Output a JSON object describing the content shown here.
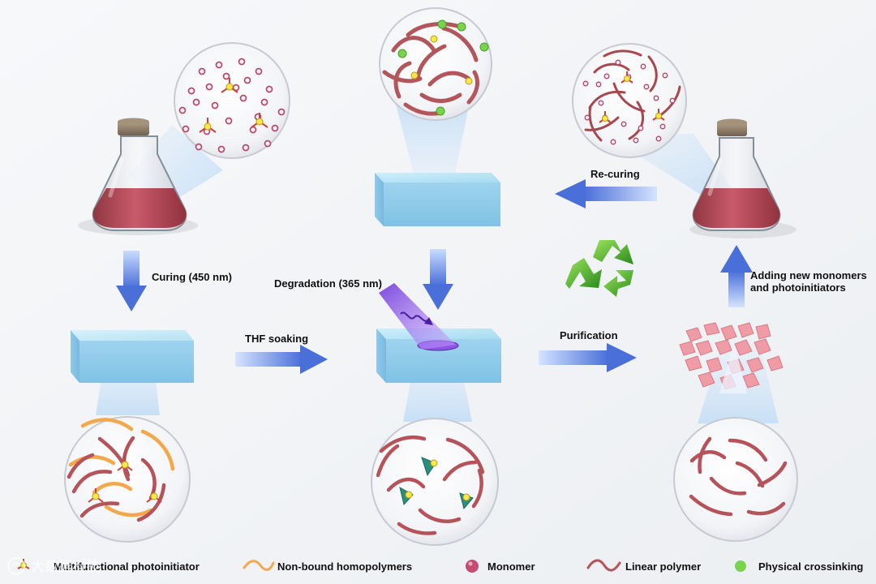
{
  "steps": {
    "curing": "Curing (450 nm)",
    "thf_soaking": "THF soaking",
    "degradation": "Degradation (365 nm)",
    "purification": "Purification",
    "re_curing": "Re-curing",
    "adding_new": [
      "Adding new monomers",
      "and photoinitiators"
    ]
  },
  "legend": {
    "items": [
      {
        "label": "Multifunctional photoinitiator",
        "icon": "photoinitiator-icon"
      },
      {
        "label": "Non-bound homopolymers",
        "icon": "homopolymer-icon"
      },
      {
        "label": "Monomer",
        "icon": "monomer-icon"
      },
      {
        "label": "Linear polymer",
        "icon": "linear-polymer-icon"
      },
      {
        "label": "Physical crossinking",
        "icon": "physical-crosslink-icon"
      }
    ]
  },
  "watermark": "大数据科技",
  "colors": {
    "background": "#f3f4f6",
    "slab": "#aee0f3",
    "arrow": "#4e73d9",
    "polymer": "#b95158",
    "homopolymer": "#f0a24d",
    "monomer": "#c44e72",
    "crosslink": "#7bd64f",
    "initiator": "#f0e84a",
    "recycle": "#33a51d",
    "uv": "#8f55e6"
  }
}
